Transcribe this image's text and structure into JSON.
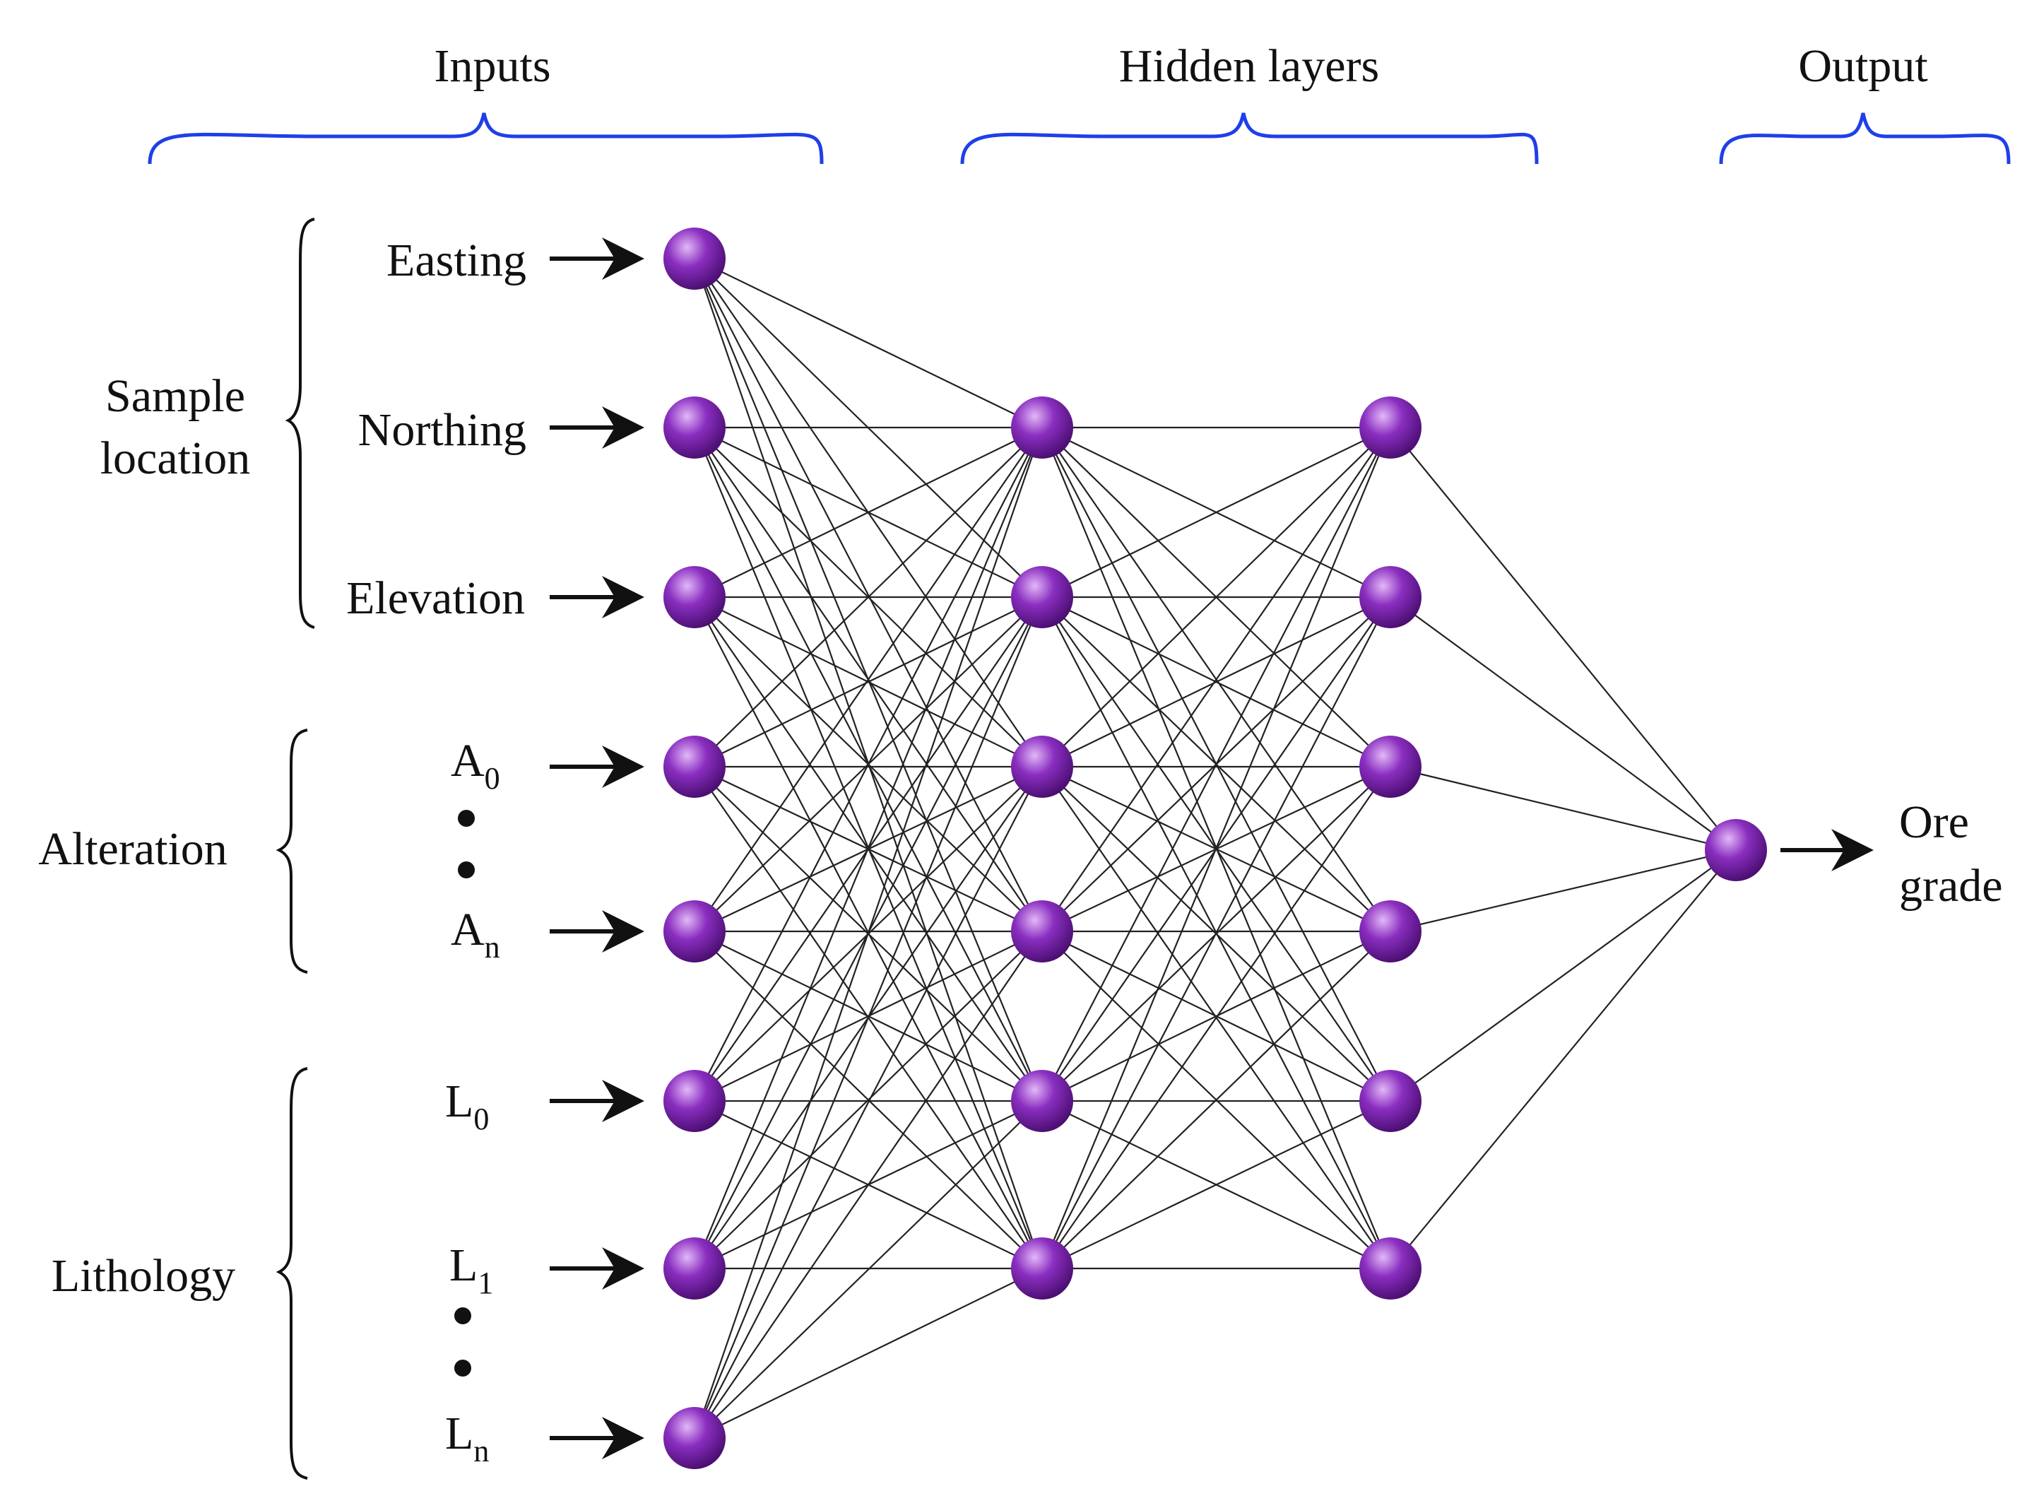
{
  "headers": {
    "inputs": "Inputs",
    "hidden": "Hidden layers",
    "output": "Output"
  },
  "groups": {
    "sample_line1": "Sample",
    "sample_line2": "location",
    "alteration": "Alteration",
    "lithology": "Lithology"
  },
  "inputs": [
    {
      "main": "Easting",
      "sub": ""
    },
    {
      "main": "Northing",
      "sub": ""
    },
    {
      "main": "Elevation",
      "sub": ""
    },
    {
      "main": "A",
      "sub": "0"
    },
    {
      "main": "A",
      "sub": "n"
    },
    {
      "main": "L",
      "sub": "0"
    },
    {
      "main": "L",
      "sub": "1"
    },
    {
      "main": "L",
      "sub": "n"
    }
  ],
  "output": {
    "line1": "Ore",
    "line2": "grade"
  },
  "network": {
    "layer_sizes": [
      8,
      6,
      6,
      1
    ]
  },
  "colors": {
    "node": "#8a2ec0",
    "node_highlight": "#e2b8f7",
    "node_shadow": "#4a0e70",
    "brace_blue": "#1f3fe8",
    "edge": "#222222",
    "text": "#111111"
  }
}
